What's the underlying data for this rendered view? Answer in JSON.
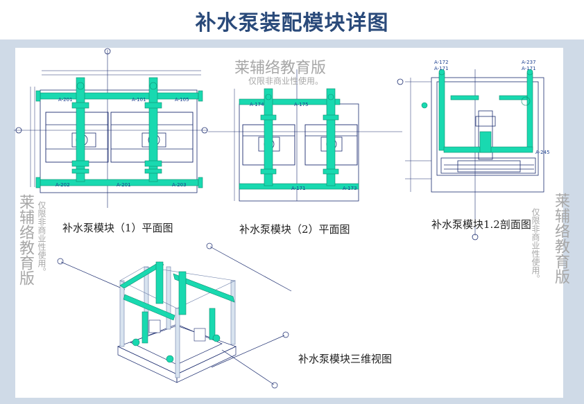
{
  "title": "补水泵装配模块详图",
  "labels": {
    "plan1": "补水泵模块（1）平面图",
    "plan2": "补水泵模块（2）平面图",
    "section": "补水泵模块1.2剖面图",
    "view3d": "补水泵模块三维视图"
  },
  "watermark": {
    "brand": "莱辅络教育版",
    "note": "仅限非商业性使用。"
  },
  "tags": {
    "p1_tl": "A-201",
    "p1_tm": "A-101",
    "p1_tr": "A-105",
    "p1_bl": "A-202",
    "p1_bm": "A-201",
    "p1_br": "A-203",
    "p2_tl": "A-174",
    "p2_tm": "A-175",
    "p2_bm": "A-171",
    "p2_br": "A-173",
    "s_tl1": "A-172",
    "s_tl2": "A-171",
    "s_tr1": "A-237",
    "s_tr2": "A-171",
    "s_r": "A-245"
  },
  "colors": {
    "pipe": "#19d9b0",
    "line": "#1a2b6e",
    "frame_bg": "#cfdae7",
    "title": "#2a4a7a"
  }
}
